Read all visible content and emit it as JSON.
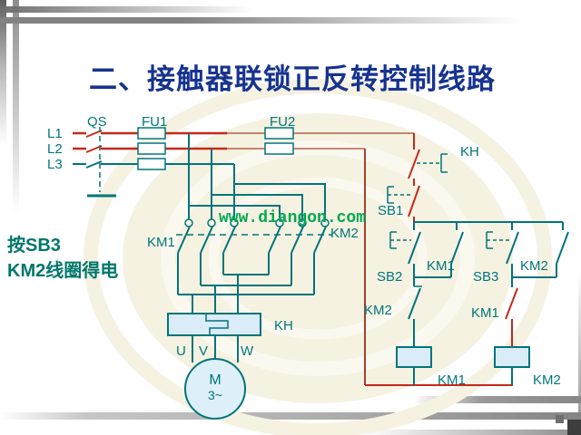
{
  "slide": {
    "title": "二、接触器联锁正反转控制线路",
    "annotation": {
      "line1": "按SB3",
      "line2": "KM2线圈得电"
    },
    "watermark": "www.diangon.com"
  },
  "circuit": {
    "phases": {
      "l1": "L1",
      "l2": "L2",
      "l3": "L3"
    },
    "power": {
      "qs": "QS",
      "fu1": "FU1",
      "fu2": "FU2",
      "km1_main": "KM1",
      "km2_main": "KM2",
      "kh_overload": "KH"
    },
    "motor": {
      "terminal_u": "U",
      "terminal_v": "V",
      "terminal_w": "W",
      "name": "M",
      "phase_mark": "3~"
    },
    "control": {
      "kh_contact": "KH",
      "sb1": "SB1",
      "sb2": "SB2",
      "sb3": "SB3",
      "km1_aux": "KM1",
      "km2_aux": "KM2",
      "km2_interlock": "KM2",
      "km1_interlock": "KM1",
      "km1_coil": "KM1",
      "km2_coil": "KM2"
    }
  },
  "colors": {
    "title_blue": "#17338f",
    "label_teal": "#00767e",
    "wire_teal": "#00747c",
    "wire_red": "#c5281c",
    "wire_maroon": "#a84030",
    "annotation_green": "#00776b",
    "watermark_green": "#00a651",
    "component_fill": "#d9ecf8",
    "background_cream": "#f5f2e1"
  }
}
